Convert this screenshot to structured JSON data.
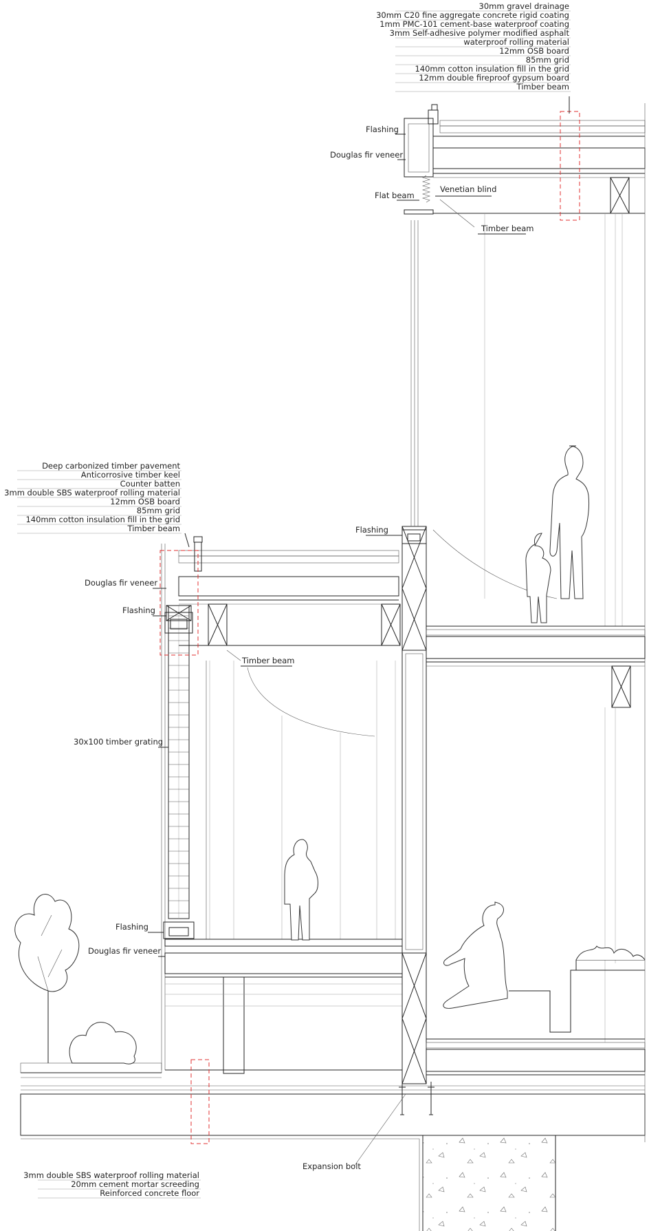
{
  "roof_layers": [
    "30mm gravel drainage",
    "30mm C20 fine aggregate concrete rigid coating",
    "1mm PMC-101 cement-base waterproof coating",
    "3mm Self-adhesive polymer modified asphalt",
    "waterproof rolling material",
    "12mm OSB board",
    "85mm grid",
    "140mm cotton insulation fill in the grid",
    "12mm double fireproof gypsum board",
    "Timber beam"
  ],
  "terrace_layers": [
    "Deep carbonized timber pavement",
    "Anticorrosive timber keel",
    "Counter batten",
    "3mm double SBS waterproof rolling material",
    "12mm OSB board",
    "85mm grid",
    "140mm cotton insulation fill in the grid",
    "Timber beam"
  ],
  "foundation_layers": [
    "3mm double SBS waterproof rolling material",
    "20mm cement mortar screeding",
    "Reinforced concrete floor"
  ],
  "callouts": {
    "flashing_top": "Flashing",
    "douglas_top": "Douglas fir veneer",
    "flat_beam": "Flat beam",
    "venetian_blind": "Venetian blind",
    "timber_beam_top": "Timber beam",
    "flashing_mid": "Flashing",
    "douglas_mid": "Douglas fir veneer",
    "flashing_left": "Flashing",
    "timber_beam_mid": "Timber beam",
    "timber_grating": "30x100 timber grating",
    "flashing_low": "Flashing",
    "douglas_low": "Douglas fir veneer",
    "expansion_bolt": "Expansion bolt"
  }
}
